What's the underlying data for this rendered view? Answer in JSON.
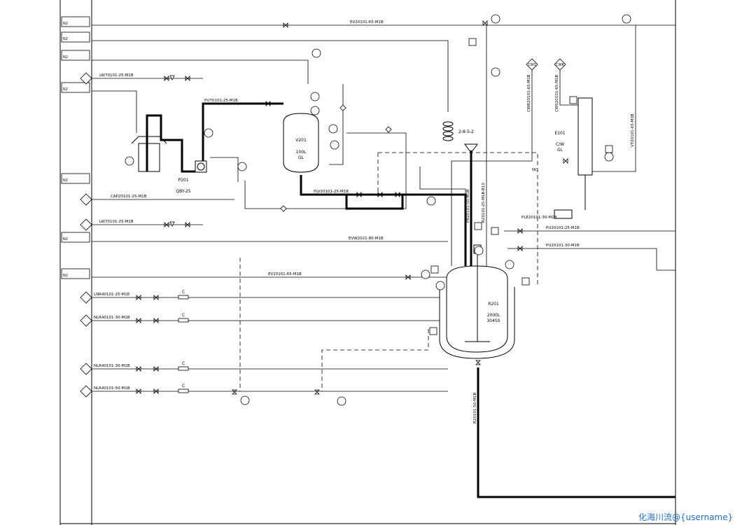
{
  "left_labels": [
    {
      "id": "row1",
      "top": "",
      "bottom": "N2"
    },
    {
      "id": "row2",
      "top": "",
      "bottom": "N2"
    },
    {
      "id": "row3",
      "top": "",
      "bottom": "N2"
    },
    {
      "id": "row4",
      "top": "",
      "bottom": "N2"
    },
    {
      "id": "row5",
      "top": "",
      "bottom": "N2"
    },
    {
      "id": "row6",
      "top": "",
      "bottom": "N2"
    },
    {
      "id": "row7",
      "top": "",
      "bottom": "N2"
    }
  ],
  "lines": {
    "ev_top": "EV20101-65-M1B",
    "lw_1": "LW70101-25-M1B",
    "pu": "PU70101-25-M1B",
    "plv": "PLV20101-25-M1B",
    "cap": "CAP20101-25-M1B",
    "lw_2": "LW70101-25-M1B",
    "evw": "EVW2021-80-M1B",
    "ev_2": "EV20101-65-M1B",
    "lnr": "LNR40101-25-M1E",
    "nlr_1": "NLR40101-30-M1B",
    "nlr_2": "NLR40101-30-M1B",
    "nlr_3": "NLR40101-50-M1B",
    "ple": "PLE20101-30-M1B",
    "pu_right": "PU20101-25-M1B",
    "pu_right2": "PU20101-30-M1B",
    "bottom_vert": "R20101-50-M1B",
    "vert_center": "PR20101-50-M1B",
    "vert_center2": "R20101-25-M1B-B10",
    "vert_right": "VT20101-65-M1B",
    "cwr": "CWR20101-65-M1B",
    "cws": "CWS20101-65-M1B"
  },
  "equipment": {
    "tank": {
      "tag": "V201",
      "line2": "",
      "line3": "100L",
      "line4": "GL"
    },
    "pump": {
      "tag": "P201",
      "line2": "",
      "line3": "QBY-25"
    },
    "reactor": {
      "tag": "R201",
      "line2": "",
      "line3": "2000L",
      "line4": "304SS"
    },
    "condenser": {
      "tag": "E101",
      "line2": "",
      "line3": "C/W",
      "line4": "GL"
    },
    "reducer": "2-8-5-2"
  },
  "letters": {
    "nc": "NC",
    "c": "C",
    "cws": "CWS",
    "cwr": "CWR"
  },
  "watermark": "化海川流@{username}"
}
